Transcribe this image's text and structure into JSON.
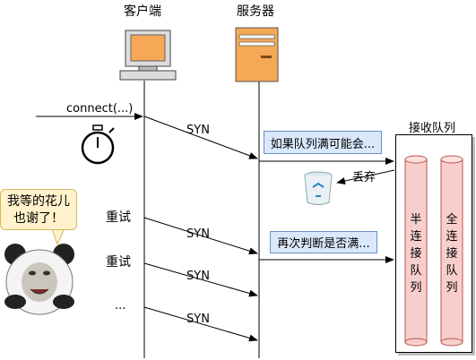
{
  "participants": {
    "client": "客户端",
    "server": "服务器"
  },
  "client_call": "connect(...)",
  "messages": [
    "SYN",
    "SYN",
    "SYN",
    "SYN"
  ],
  "retries": [
    "重试",
    "重试",
    "..."
  ],
  "notes": {
    "first": "如果队列满可能会...",
    "second": "再次判断是否满..."
  },
  "drop_label": "丢弃",
  "queue": {
    "title": "接收队列",
    "half": "半连接队列",
    "full": "全连接队列"
  },
  "bubble": {
    "line1": "我等的花儿",
    "line2": "也谢了！"
  }
}
